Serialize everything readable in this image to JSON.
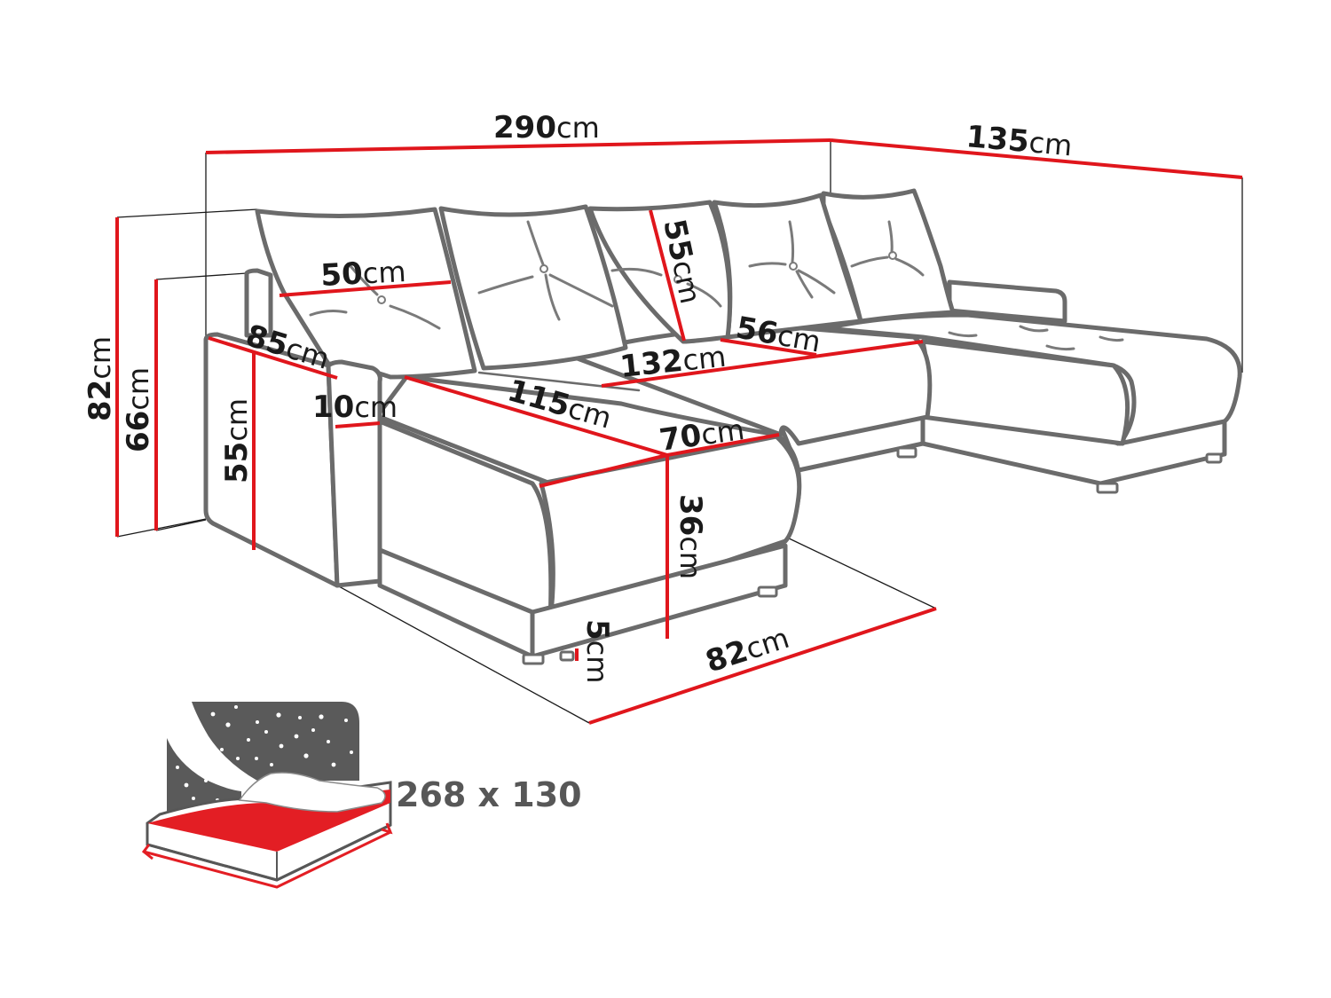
{
  "diagram": {
    "subject": "U-shaped corner sofa bed dimension drawing",
    "unit": "cm",
    "colors": {
      "dimension_line": "#e0161c",
      "outline": "#6b6b6b",
      "text": "#1a1a1a",
      "bed_icon_dark": "#5a5a5a",
      "bed_icon_red": "#e31e24"
    },
    "dimensions": {
      "total_width": {
        "value": "290",
        "unit": "cm"
      },
      "depth_right": {
        "value": "135",
        "unit": "cm"
      },
      "total_height": {
        "value": "82",
        "unit": "cm"
      },
      "armrest_height": {
        "value": "66",
        "unit": "cm"
      },
      "armrest_side_height": {
        "value": "55",
        "unit": "cm"
      },
      "cushion_width": {
        "value": "50",
        "unit": "cm"
      },
      "backrest_cushion_height": {
        "value": "55",
        "unit": "cm"
      },
      "side_depth": {
        "value": "85",
        "unit": "cm"
      },
      "armrest_width": {
        "value": "10",
        "unit": "cm"
      },
      "chaise_length": {
        "value": "115",
        "unit": "cm"
      },
      "middle_width": {
        "value": "132",
        "unit": "cm"
      },
      "seat_depth": {
        "value": "56",
        "unit": "cm"
      },
      "chaise_width": {
        "value": "70",
        "unit": "cm"
      },
      "seat_height": {
        "value": "36",
        "unit": "cm"
      },
      "leg_height": {
        "value": "5",
        "unit": "cm"
      },
      "chaise_floor_width": {
        "value": "82",
        "unit": "cm"
      }
    },
    "sleeping_area": {
      "label": "268 x 130",
      "icon": "bed-with-night-sky-icon"
    }
  }
}
